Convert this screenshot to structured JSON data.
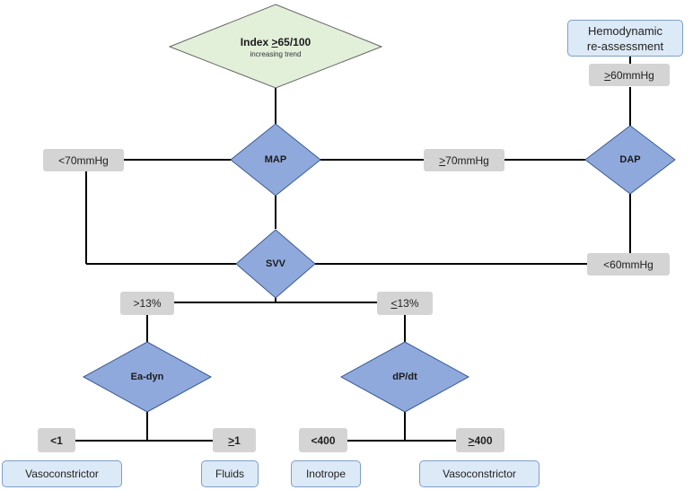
{
  "start": {
    "title_prefix": "Index ",
    "title_symbol": ">",
    "title_value": "65/100",
    "subtitle": "increasing trend"
  },
  "decisions": {
    "map": "MAP",
    "dap": "DAP",
    "svv": "SVV",
    "ea_dyn": "Ea-dyn",
    "dp_dt": "dP/dt"
  },
  "conditions": {
    "map_low": "<70mmHg",
    "map_high_symbol": ">",
    "map_high_value": "70mmHg",
    "dap_high_symbol": ">",
    "dap_high_value": "60mmHg",
    "dap_low": "<60mmHg",
    "svv_high": ">13%",
    "svv_low_symbol": "<",
    "svv_low_value": "13%",
    "ea_low": "<1",
    "ea_high_symbol": ">",
    "ea_high_value": "1",
    "dpdt_low": "<400",
    "dpdt_high_symbol": ">",
    "dpdt_high_value": "400"
  },
  "outcomes": {
    "reassessment_line1": "Hemodynamic",
    "reassessment_line2": "re-assessment",
    "vasoconstrictor_left": "Vasoconstrictor",
    "fluids": "Fluids",
    "inotrope": "Inotrope",
    "vasoconstrictor_right": "Vasoconstrictor"
  },
  "colors": {
    "start_fill": "#e2efd9",
    "decision_fill": "#8fa9dc",
    "tag_fill": "#d4d4d4",
    "outcome_fill": "#dce9f6",
    "outcome_border": "#7d9fc8",
    "line": "#000000"
  }
}
